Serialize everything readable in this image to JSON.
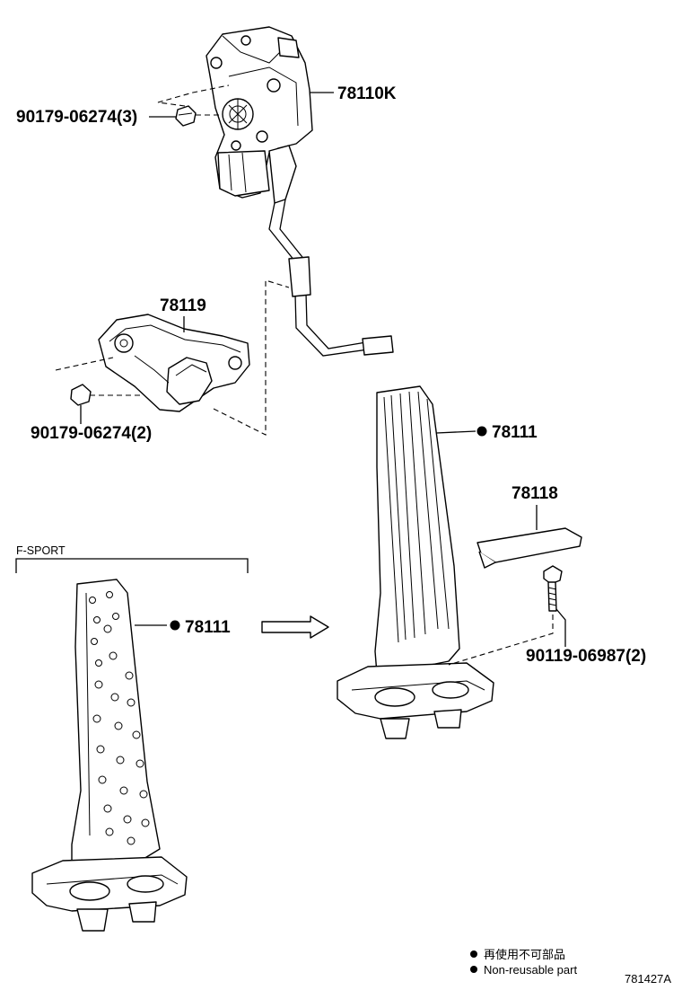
{
  "callouts": {
    "throttle_sensor": "78110K",
    "nut_top": "90179-06274(3)",
    "bracket": "78119",
    "nut_bottom": "90179-06274(2)",
    "pedal_pad_main": "78111",
    "cover": "78118",
    "bolt": "90119-06987(2)",
    "pedal_pad_fsport": "78111"
  },
  "variant_label": "F-SPORT",
  "legend": {
    "line1": "再使用不可部品",
    "line2": "Non-reusable part"
  },
  "diagram_id": "781427A"
}
